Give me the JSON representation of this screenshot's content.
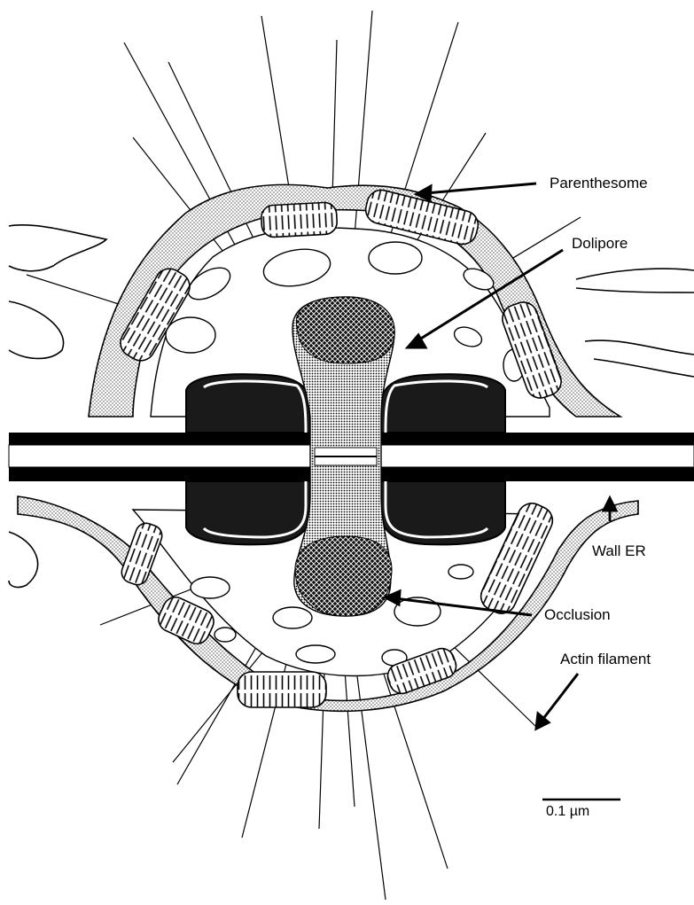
{
  "labels": {
    "parenthesome": "Parenthesome",
    "dolipore": "Dolipore",
    "wall_er": "Wall ER",
    "occlusion": "Occlusion",
    "actin_filament": "Actin filament"
  },
  "scale_bar": {
    "label": "0.1 µm"
  },
  "colors": {
    "ink": "#000000",
    "paper": "#ffffff"
  }
}
